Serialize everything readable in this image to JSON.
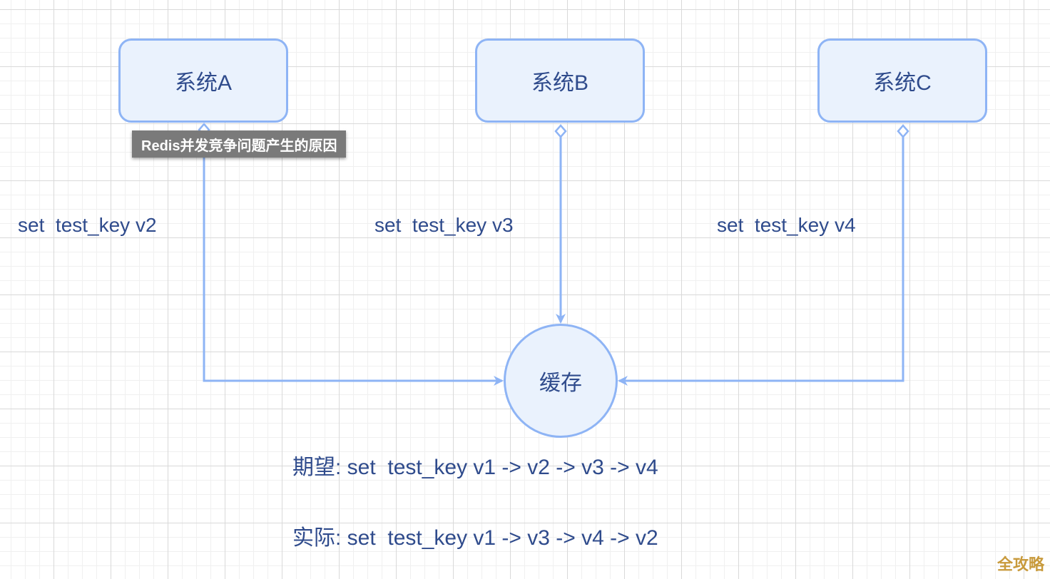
{
  "nodes": {
    "system_a": "系统A",
    "system_b": "系统B",
    "system_c": "系统C",
    "cache": "缓存"
  },
  "edges": {
    "a_label": "set  test_key v2",
    "b_label": "set  test_key v3",
    "c_label": "set  test_key v4"
  },
  "tooltip": "Redis并发竞争问题产生的原因",
  "notes": {
    "expected": "期望: set  test_key v1 -> v2 -> v3 -> v4",
    "actual": "实际: set  test_key v1 -> v3 -> v4 -> v2"
  },
  "watermark": "全攻略",
  "colors": {
    "node_border": "#8eb4f5",
    "node_fill": "#eaf2fd",
    "text": "#2f4b8c"
  }
}
